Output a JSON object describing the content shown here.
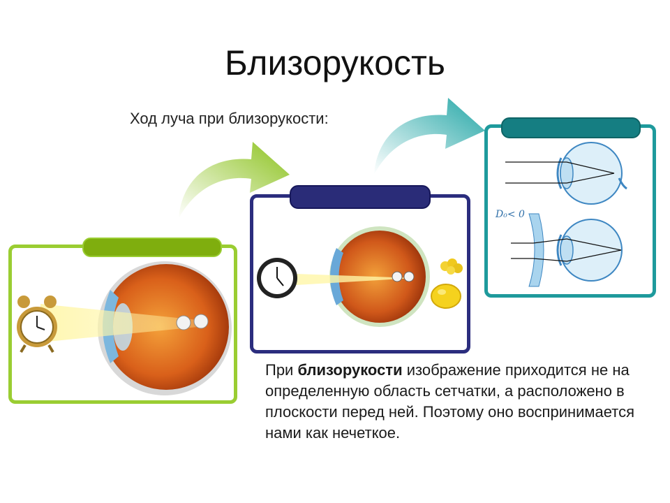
{
  "slide": {
    "title": "Близорукость",
    "subtitle": "Ход луча при близорукости:",
    "description": {
      "before": "При ",
      "bold": "близорукости",
      "after": " изображение приходится не на определенную область сетчатки, а расположено в плоскости перед ней. Поэтому оно воспринимается нами как нечеткое."
    },
    "diagram_label": "D₀< 0"
  },
  "colors": {
    "green": "#9ACD32",
    "navy": "#2B2D7E",
    "teal": "#1E9A9C",
    "eye_orange": "#D9601A",
    "lens_blue": "#A9D4EE"
  },
  "icons": [
    "alarm-clock-icon",
    "wall-clock-icon",
    "lemon-icon",
    "grapes-icon",
    "eye-icon",
    "curved-arrow-icon"
  ]
}
